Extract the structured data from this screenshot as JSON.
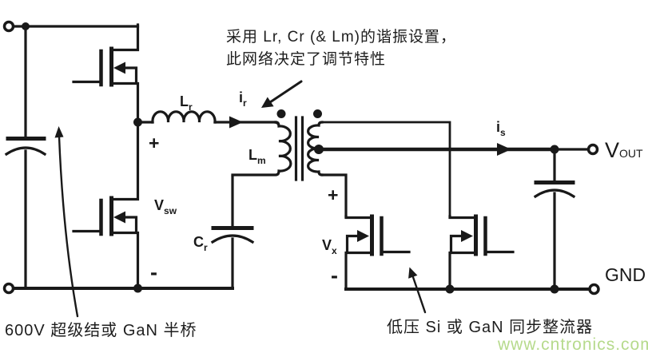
{
  "schematic": {
    "annotations": {
      "resonant_note_line1": "采用 Lr, Cr (& Lm)的谐振设置，",
      "resonant_note_line2": "此网络决定了调节特性",
      "half_bridge_note": "600V 超级结或 GaN 半桥",
      "rectifier_note": "低压 Si 或 GaN 同步整流器"
    },
    "labels": {
      "lr": {
        "main": "L",
        "sub": "r"
      },
      "ir": {
        "main": "i",
        "sub": "r"
      },
      "lm": {
        "main": "L",
        "sub": "m"
      },
      "cr": {
        "main": "C",
        "sub": "r"
      },
      "vsw": {
        "main": "V",
        "sub": "sw"
      },
      "vx": {
        "main": "V",
        "sub": "x"
      },
      "is": {
        "main": "i",
        "sub": "s"
      },
      "vout": {
        "main": "V",
        "sub": "OUT"
      },
      "gnd": "GND",
      "vsw_plus": "+",
      "vsw_minus": "-",
      "vx_plus": "+",
      "vx_minus": "-"
    },
    "watermark": "www.cntronics.com",
    "colors": {
      "line": "#191919",
      "watermark": "#b6da8c",
      "background": "#ffffff"
    }
  }
}
